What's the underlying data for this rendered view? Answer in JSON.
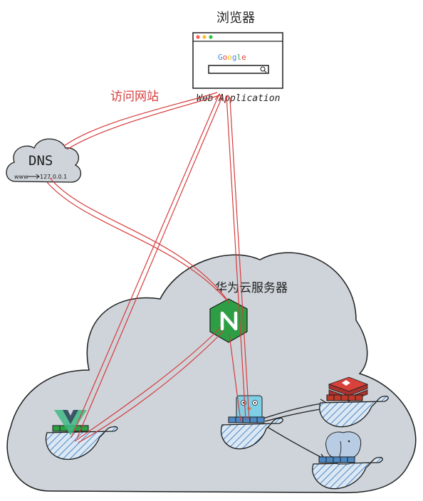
{
  "browser": {
    "title": "浏览器",
    "search_brand": "Google",
    "brand_letters": [
      "G",
      "o",
      "o",
      "g",
      "l",
      "e"
    ],
    "brand_colors": [
      "#4285f4",
      "#ea4335",
      "#fbbc05",
      "#4285f4",
      "#34a853",
      "#ea4335"
    ],
    "caption": "Web Application"
  },
  "dns": {
    "title": "DNS",
    "record_from": "www",
    "record_to": "127.0.0.1"
  },
  "visit_label": "访问网站",
  "cloud_label": "华为云服务器",
  "icons": {
    "gateway": "nginx-icon",
    "frontend": "vue-icon",
    "backend": "go-gopher-icon",
    "cache": "redis-icon",
    "database": "postgresql-elephant-icon",
    "containers": "docker-whale-icon"
  },
  "colors": {
    "request_line": "#d63b3b",
    "cloud_fill": "#ced4da",
    "whale_hatch": "#4d89c4",
    "nginx_green": "#2e9e44",
    "redis_red": "#c0392b",
    "link_line": "#1e1e1e"
  }
}
